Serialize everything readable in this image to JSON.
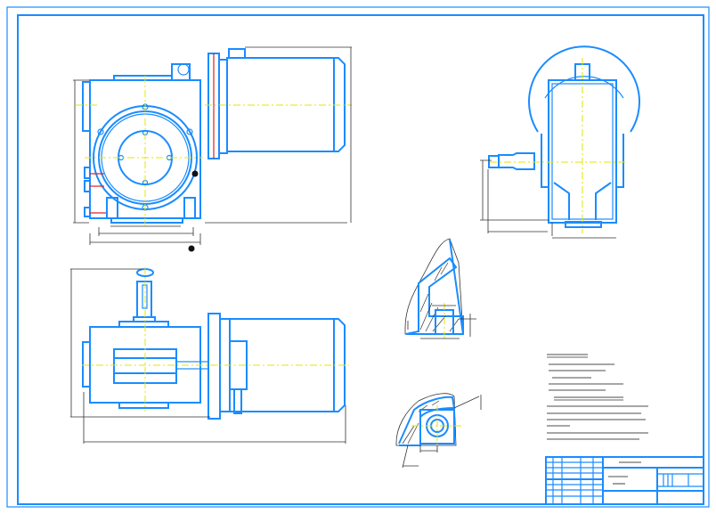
{
  "colors": {
    "outline": "#1a8cff",
    "centerline": "#e6e600",
    "dimension": "#333333",
    "highlight": "#e02020"
  },
  "views": [
    "front-view",
    "top-view",
    "side-view",
    "section-a",
    "section-b",
    "technical-notes",
    "title-block"
  ]
}
